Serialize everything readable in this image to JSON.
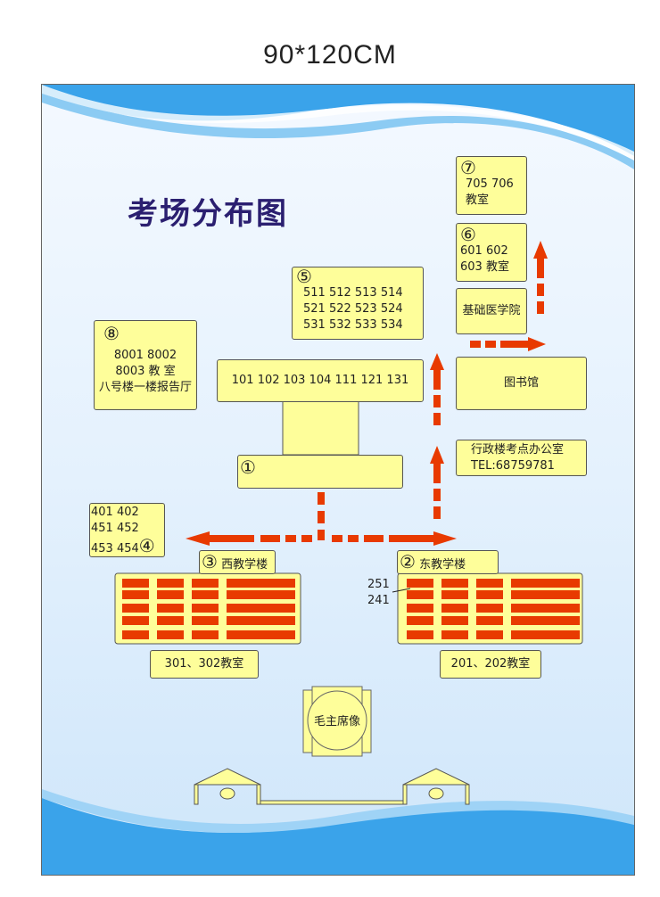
{
  "size_label": "90*120CM",
  "title": "考场分布图",
  "colors": {
    "box": "#fefe9a",
    "arrow": "#e83a00",
    "title": "#2b1f70",
    "wave": "#3aa3ea"
  },
  "b7": {
    "num": "⑦",
    "rooms": "705 706",
    "label": "教室"
  },
  "b6": {
    "num": "⑥",
    "rooms": "601 602",
    "label": "603 教室"
  },
  "jichu": "基础医学院",
  "library": "图书馆",
  "admin": {
    "line1": "行政楼考点办公室",
    "line2": "TEL:68759781"
  },
  "b5": {
    "num": "⑤",
    "rows": [
      "511 512 513 514",
      "521 522 523 524",
      "531 532 533 534"
    ]
  },
  "b8": {
    "num": "⑧",
    "rows": [
      "8001 8002",
      "8003 教 室",
      "八号楼一楼报告厅"
    ]
  },
  "b1": {
    "num": "①",
    "rooms": "101 102 103 104 111 121 131"
  },
  "b4": {
    "num": "④",
    "rows": [
      "401 402",
      "451 452",
      "453 454"
    ]
  },
  "b3": {
    "num": "③",
    "name": "西教学楼",
    "rooms": "301、302教室"
  },
  "b2": {
    "num": "②",
    "name": "东教学楼",
    "rooms": "201、202教室",
    "pointer": [
      "251",
      "241"
    ]
  },
  "statue": "毛主席像"
}
